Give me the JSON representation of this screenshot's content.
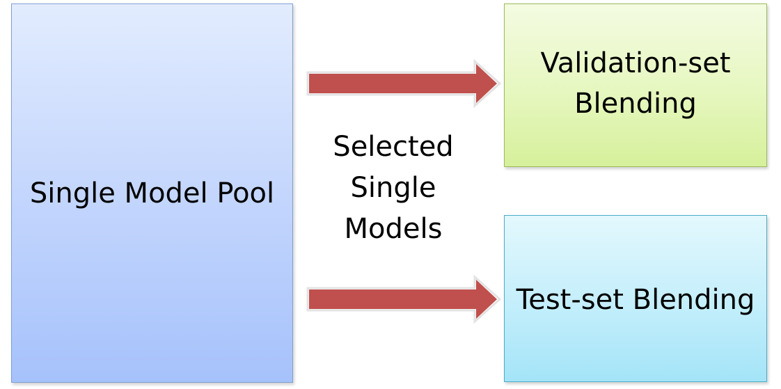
{
  "diagram": {
    "pool_box": {
      "label": "Single Model Pool",
      "color": "#c4d6fd"
    },
    "connector_label": {
      "lines": [
        "Selected",
        "Single",
        "Models"
      ]
    },
    "validation_box": {
      "lines": [
        "Validation-set",
        "Blending"
      ],
      "color": "#e6f7bf"
    },
    "test_box": {
      "label": "Test-set Blending",
      "color": "#c3eefb"
    },
    "arrow_color": "#c0504d"
  }
}
